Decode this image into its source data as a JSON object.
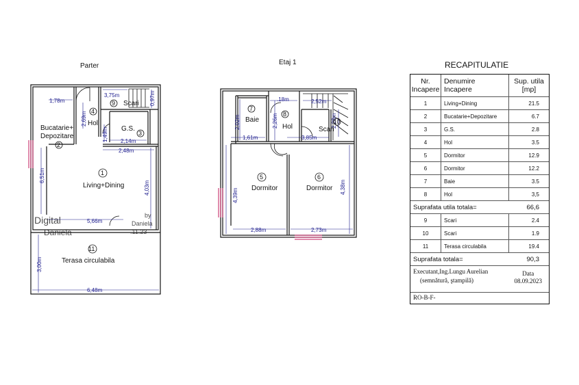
{
  "parter": {
    "title": "Parter",
    "rooms": {
      "bucatarie": "Bucatarie+",
      "depozitare": "Depozitare",
      "bucatarie_no": "2",
      "hol": "Hol",
      "hol_no": "4",
      "scari": "Scari",
      "scari_no": "9",
      "gs": "G.S.",
      "gs_no": "3",
      "living": "Living+Dining",
      "living_no": "1",
      "terasa": "Terasa circulabila",
      "terasa_no": "11"
    },
    "dims": {
      "d178": "1,78m",
      "d375": "3,75m",
      "d097": "0,97m",
      "d269": "2,69m",
      "d149": "1,49m",
      "d214": "2,14m",
      "d248": "2,48m",
      "d651": "6,51m",
      "d403": "4,03m",
      "d566": "5,66m",
      "d300": "3,00m",
      "d648": "6,48m"
    },
    "stamp": {
      "line1": "Digital",
      "line2": "Daniela",
      "line3": "by",
      "line4": "Daniela",
      "line5": ".11.23"
    }
  },
  "etaj": {
    "title": "Etaj 1",
    "rooms": {
      "baie": "Baie",
      "baie_no": "7",
      "hol": "Hol",
      "hol_no": "8",
      "scari": "Scari",
      "scari_no": "10",
      "dorm1": "Dormitor",
      "dorm1_no": "5",
      "dorm2": "Dormitor",
      "dorm2_no": "6"
    },
    "dims": {
      "d018": ".18m",
      "d252": "2,52m",
      "d202": "2,02m",
      "d226": "2,26m",
      "d228": "2,28m",
      "d161": "1,61m",
      "d385": "3,85m",
      "d439": "4,39m",
      "d438": "4,38m",
      "d288": "2,88m",
      "d273": "2,73m"
    }
  },
  "recap": {
    "title": "RECAPITULATIE",
    "head": {
      "c1a": "Nr.",
      "c1b": "Incapere",
      "c2a": "Denumire",
      "c2b": "Incapere",
      "c3a": "Sup. utila",
      "c3b": "[mp]"
    },
    "rows1": [
      {
        "nr": "1",
        "name": "Living+Dining",
        "sup": "21.5"
      },
      {
        "nr": "2",
        "name": "Bucatarie+Depozitare",
        "sup": "6.7"
      },
      {
        "nr": "3",
        "name": "G.S.",
        "sup": "2.8"
      },
      {
        "nr": "4",
        "name": "Hol",
        "sup": "3.5"
      },
      {
        "nr": "5",
        "name": "Dormitor",
        "sup": "12.9"
      },
      {
        "nr": "6",
        "name": "Dormitor",
        "sup": "12.2"
      },
      {
        "nr": "7",
        "name": "Baie",
        "sup": "3.5"
      },
      {
        "nr": "8",
        "name": "Hol",
        "sup": "3,5"
      }
    ],
    "total_utila_label": "Suprafata utila totala=",
    "total_utila": "66,6",
    "rows2": [
      {
        "nr": "9",
        "name": "Scari",
        "sup": "2.4"
      },
      {
        "nr": "10",
        "name": "Scari",
        "sup": "1.9"
      },
      {
        "nr": "11",
        "name": "Terasa circulabila",
        "sup": "19.4"
      }
    ],
    "total_label": "Suprafata totala=",
    "total": "90,3",
    "executant": "Executant,Ing.Lungu Aurelian",
    "semnatura": "(semnătură, ştampilă)",
    "data_label": "Data",
    "data": "08.09.2023",
    "code": "RO-B-F-"
  }
}
